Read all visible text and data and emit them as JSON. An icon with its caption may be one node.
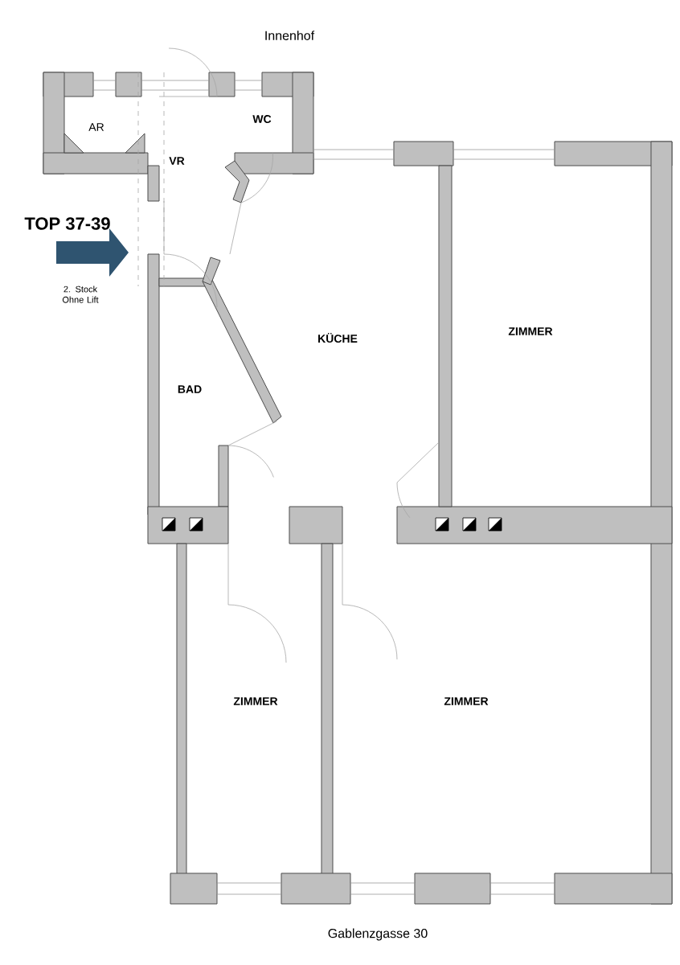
{
  "diagram": {
    "labels": [
      "Innenhof",
      "AR",
      "WC",
      "VR",
      "TOP 37-39",
      "2. Stock Ohne Lift",
      "KÜCHE",
      "ZIMMER",
      "BAD",
      "ZIMMER",
      "ZIMMER",
      "Gablenzgasse 30"
    ]
  }
}
